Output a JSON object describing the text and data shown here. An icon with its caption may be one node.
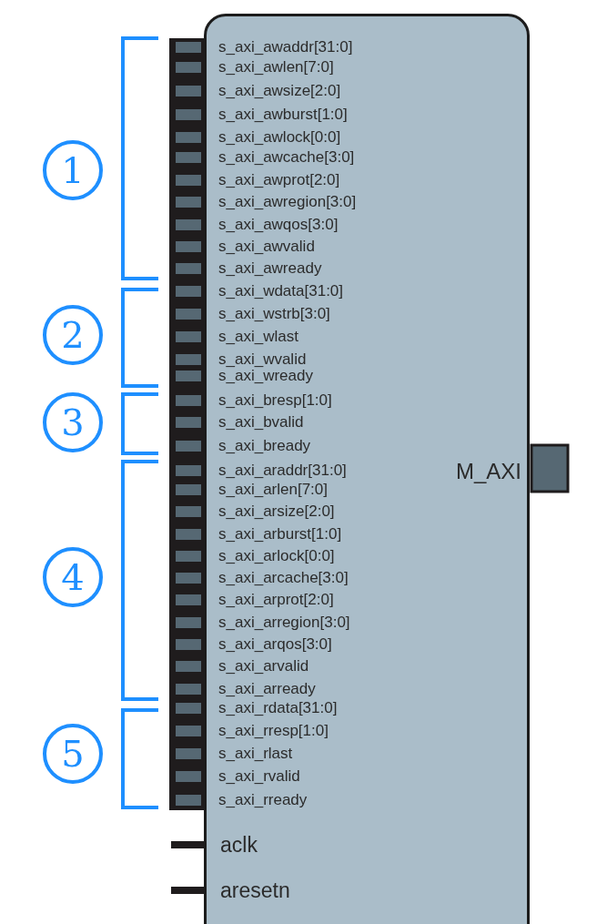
{
  "diagram": {
    "nodes": [
      {
        "text": [
          "s_axi_awaddr[31:0]",
          "s_axi_awlen[7:0]",
          "s_axi_awsize[2:0]",
          "s_axi_awburst[1:0]",
          "s_axi_awlock[0:0]",
          "s_axi_awcache[3:0]",
          "s_axi_awprot[2:0]",
          "s_axi_awregion[3:0]",
          "s_axi_awqos[3:0]",
          "s_axi_awvalid",
          "s_axi_awready",
          "s_axi_wdata[31:0]",
          "s_axi_wstrb[3:0]",
          "s_axi_wlast",
          "s_axi_wvalid",
          "s_axi_wready",
          "s_axi_bresp[1:0]",
          "s_axi_bvalid",
          "s_axi_bready",
          "s_axi_araddr[31:0]",
          "s_axi_arlen[7:0]",
          "s_axi_arsize[2:0]",
          "s_axi_arburst[1:0]",
          "s_axi_arlock[0:0]",
          "s_axi_arcache[3:0]",
          "s_axi_arprot[2:0]",
          "s_axi_arregion[3:0]",
          "s_axi_arqos[3:0]",
          "s_axi_arvalid",
          "s_axi_arready",
          "s_axi_rdata[31:0]",
          "s_axi_rresp[1:0]",
          "s_axi_rlast",
          "s_axi_rvalid",
          "s_axi_rready",
          "aclk",
          "aresetn",
          "M_AXI"
        ]
      },
      {
        "text": [
          "1"
        ]
      },
      {
        "text": [
          "2"
        ]
      },
      {
        "text": [
          "3"
        ]
      },
      {
        "text": [
          "4"
        ]
      },
      {
        "text": [
          "5"
        ]
      }
    ]
  }
}
